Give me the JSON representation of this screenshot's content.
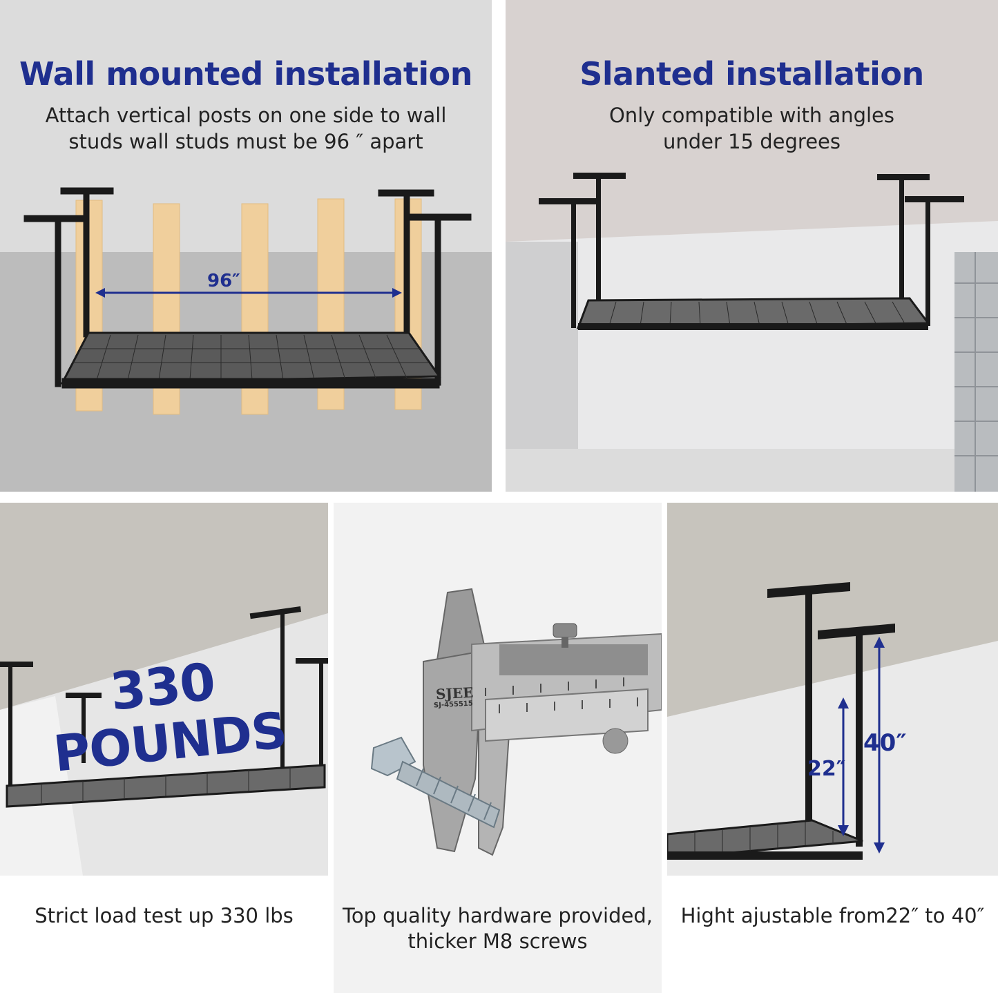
{
  "colors": {
    "accent": "#1f2f8f",
    "text": "#222222",
    "rack": "#1a1a1a",
    "stud": "#f0cf9c"
  },
  "panels": {
    "wall": {
      "title": "Wall mounted installation",
      "subtitle_line1": "Attach vertical posts on one side to wall",
      "subtitle_line2": "studs wall studs must be 96 ″ apart",
      "dimension": "96″"
    },
    "slanted": {
      "title": "Slanted installation",
      "subtitle_line1": "Only compatible with angles",
      "subtitle_line2": "under 15 degrees"
    },
    "load": {
      "big_number": "330",
      "big_word": "POUNDS",
      "caption": "Strict load test up 330 lbs"
    },
    "hardware": {
      "caliper_brand": "SJEE",
      "caliper_model": "SJ-455515",
      "caption_line1": "Top quality hardware provided,",
      "caption_line2": "thicker M8 screws"
    },
    "height": {
      "dim_small": "22″",
      "dim_large": "40″",
      "caption": "Hight ajustable from22″ to 40″"
    }
  }
}
